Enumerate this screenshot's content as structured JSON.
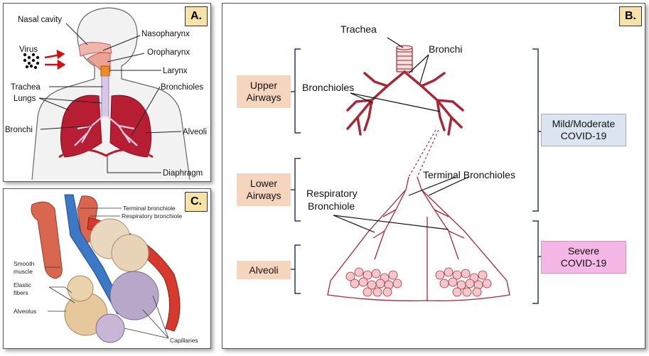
{
  "panel_a": {
    "tag": "A.",
    "labels": {
      "nasal_cavity": "Nasal cavity",
      "virus": "Virus",
      "nasopharynx": "Nasopharynx",
      "oropharynx": "Oropharynx",
      "larynx": "Larynx",
      "trachea": "Trachea",
      "lungs": "Lungs",
      "bronchioles": "Bronchioles",
      "bronchi": "Bronchi",
      "alveoli": "Alveoli",
      "diaphragm": "Diaphragm"
    }
  },
  "panel_b": {
    "tag": "B.",
    "labels": {
      "trachea": "Trachea",
      "bronchi": "Bronchi",
      "bronchioles": "Bronchioles",
      "terminal_bronchioles": "Terminal Bronchioles",
      "respiratory_bronchiole_line1": "Respiratory",
      "respiratory_bronchiole_line2": "Bronchiole"
    },
    "regions": {
      "upper_line1": "Upper",
      "upper_line2": "Airways",
      "lower_line1": "Lower",
      "lower_line2": "Airways",
      "alveoli": "Alveoli"
    },
    "severity": {
      "mild_line1": "Mild/Moderate",
      "mild_line2": "COVID-19",
      "severe_line1": "Severe",
      "severe_line2": "COVID-19"
    },
    "colors": {
      "region_box": "#f6d5bf",
      "mild_box": "#dbe5f2",
      "severe_box": "#f5b8e6"
    }
  },
  "panel_c": {
    "tag": "C.",
    "labels": {
      "terminal_bronchiole": "Terminal bronchiole",
      "respiratory_bronchiole": "Respiratory bronchiole",
      "smooth_muscle_line1": "Smooth",
      "smooth_muscle_line2": "muscle",
      "elastic_fibers_line1": "Elastic",
      "elastic_fibers_line2": "fibers",
      "alveolus": "Alveolus",
      "capillaries": "Capillaries"
    }
  }
}
